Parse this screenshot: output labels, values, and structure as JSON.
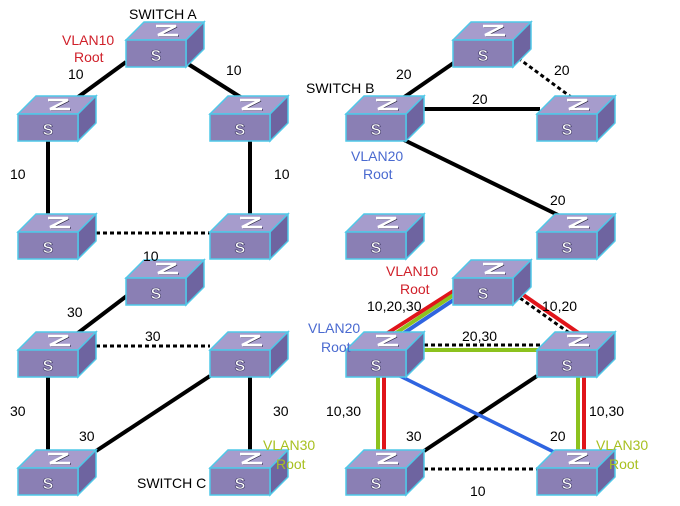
{
  "colors": {
    "black": "#000000",
    "vlan10": "#e0141a",
    "vlan20": "#2f64e0",
    "vlan30": "#8cc21e",
    "vlan10_label": "#d0202a",
    "vlan20_label": "#4a6ad0",
    "vlan30_label": "#a8c020",
    "switch_front": "#8a7fb4",
    "switch_top": "#a69ccc",
    "switch_side": "#6e64a0",
    "switch_edge": "#4fc8e8"
  },
  "switch_glyph": "S",
  "diagrams": [
    {
      "name": "vlan10-topology",
      "switches": [
        {
          "id": "a",
          "name": "SWITCH A"
        },
        {
          "id": "l1",
          "name": ""
        },
        {
          "id": "r1",
          "name": ""
        },
        {
          "id": "l2",
          "name": ""
        },
        {
          "id": "r2",
          "name": ""
        }
      ],
      "links": [
        {
          "from": "a",
          "to": "l1",
          "style": "solid",
          "vlans": [
            "10"
          ],
          "label": "10"
        },
        {
          "from": "a",
          "to": "r1",
          "style": "solid",
          "vlans": [
            "10"
          ],
          "label": "10"
        },
        {
          "from": "l1",
          "to": "l2",
          "style": "solid",
          "vlans": [
            "10"
          ],
          "label": "10"
        },
        {
          "from": "r1",
          "to": "r2",
          "style": "solid",
          "vlans": [
            "10"
          ],
          "label": "10"
        },
        {
          "from": "l2",
          "to": "r2",
          "style": "dotted",
          "vlans": [
            "10"
          ],
          "label": ""
        }
      ],
      "annotations": [
        {
          "text": "SWITCH A",
          "kind": "switch-name"
        },
        {
          "text": "VLAN10",
          "kind": "root-vlan10"
        },
        {
          "text": "Root",
          "kind": "root-vlan10"
        }
      ]
    },
    {
      "name": "vlan20-topology",
      "switches": [
        {
          "id": "t",
          "name": ""
        },
        {
          "id": "b",
          "name": "SWITCH B"
        },
        {
          "id": "r",
          "name": ""
        },
        {
          "id": "l3",
          "name": ""
        },
        {
          "id": "r3",
          "name": ""
        }
      ],
      "links": [
        {
          "from": "b",
          "to": "t",
          "style": "solid",
          "vlans": [
            "20"
          ],
          "label": "20"
        },
        {
          "from": "t",
          "to": "r",
          "style": "dotted",
          "vlans": [
            "20"
          ],
          "label": "20"
        },
        {
          "from": "b",
          "to": "r",
          "style": "solid",
          "vlans": [
            "20"
          ],
          "label": "20"
        },
        {
          "from": "b",
          "to": "r3",
          "style": "solid",
          "vlans": [
            "20"
          ],
          "label": "20"
        }
      ],
      "annotations": [
        {
          "text": "SWITCH B",
          "kind": "switch-name"
        },
        {
          "text": "VLAN20",
          "kind": "root-vlan20"
        },
        {
          "text": "Root",
          "kind": "root-vlan20"
        }
      ]
    },
    {
      "name": "vlan30-topology",
      "switches": [
        {
          "id": "m",
          "name": ""
        },
        {
          "id": "l",
          "name": ""
        },
        {
          "id": "r",
          "name": ""
        },
        {
          "id": "bl",
          "name": ""
        },
        {
          "id": "c",
          "name": "SWITCH C"
        }
      ],
      "links": [
        {
          "from": "m",
          "to": "l",
          "style": "solid",
          "vlans": [
            "30"
          ],
          "label": "30"
        },
        {
          "from": "l",
          "to": "r",
          "style": "dotted",
          "vlans": [
            "30"
          ],
          "label": "30"
        },
        {
          "from": "l",
          "to": "bl",
          "style": "solid",
          "vlans": [
            "30"
          ],
          "label": "30"
        },
        {
          "from": "r",
          "to": "c",
          "style": "solid",
          "vlans": [
            "30"
          ],
          "label": "30"
        },
        {
          "from": "r",
          "to": "bl",
          "style": "solid",
          "vlans": [
            "30"
          ],
          "label": "30"
        }
      ],
      "annotations": [
        {
          "text": "10",
          "kind": "link-label"
        },
        {
          "text": "SWITCH C",
          "kind": "switch-name"
        },
        {
          "text": "VLAN30",
          "kind": "root-vlan30"
        },
        {
          "text": "Root",
          "kind": "root-vlan30"
        }
      ]
    },
    {
      "name": "combined-mstp-topology",
      "links": [
        {
          "from": "m",
          "to": "l",
          "style": "solid",
          "vlans": [
            "10",
            "20",
            "30"
          ],
          "label": "10,20,30"
        },
        {
          "from": "m",
          "to": "r",
          "style": "solid+dotted",
          "vlans": [
            "10",
            "20"
          ],
          "label": "10,20"
        },
        {
          "from": "l",
          "to": "r",
          "style": "solid+dotted",
          "vlans": [
            "20",
            "30"
          ],
          "label": "20,30"
        },
        {
          "from": "l",
          "to": "bl",
          "style": "solid",
          "vlans": [
            "10",
            "30"
          ],
          "label": "10,30"
        },
        {
          "from": "r",
          "to": "br",
          "style": "solid",
          "vlans": [
            "10",
            "30"
          ],
          "label": "10,30"
        },
        {
          "from": "r",
          "to": "bl",
          "style": "solid",
          "vlans": [
            "30"
          ],
          "label": "30"
        },
        {
          "from": "l",
          "to": "br",
          "style": "solid",
          "vlans": [
            "20"
          ],
          "label": "20"
        },
        {
          "from": "bl",
          "to": "br",
          "style": "dotted",
          "vlans": [
            "10"
          ],
          "label": "10"
        }
      ],
      "annotations": [
        {
          "text": "VLAN10",
          "kind": "root-vlan10"
        },
        {
          "text": "Root",
          "kind": "root-vlan10"
        },
        {
          "text": "VLAN20",
          "kind": "root-vlan20"
        },
        {
          "text": "Root",
          "kind": "root-vlan20"
        },
        {
          "text": "VLAN30",
          "kind": "root-vlan30"
        },
        {
          "text": "Root",
          "kind": "root-vlan30"
        }
      ]
    }
  ],
  "labels": {
    "switch_a": "SWITCH A",
    "switch_b": "SWITCH B",
    "switch_c": "SWITCH C",
    "vlan10": "VLAN10",
    "vlan20": "VLAN20",
    "vlan30": "VLAN30",
    "root": "Root",
    "l10": "10",
    "l20": "20",
    "l30": "30",
    "l10_20_30": "10,20,30",
    "l10_20": "10,20",
    "l20_30": "20,30",
    "l10_30": "10,30"
  }
}
